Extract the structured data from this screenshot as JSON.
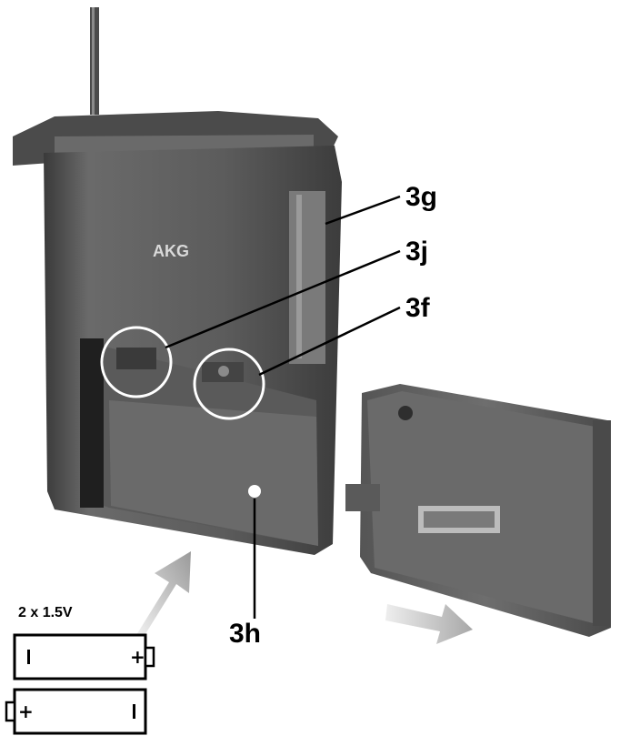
{
  "labels": {
    "g": "3g",
    "j": "3j",
    "f": "3f",
    "h": "3h"
  },
  "battery": {
    "caption": "2 x 1.5V",
    "plus": "+",
    "minus": "-"
  }
}
